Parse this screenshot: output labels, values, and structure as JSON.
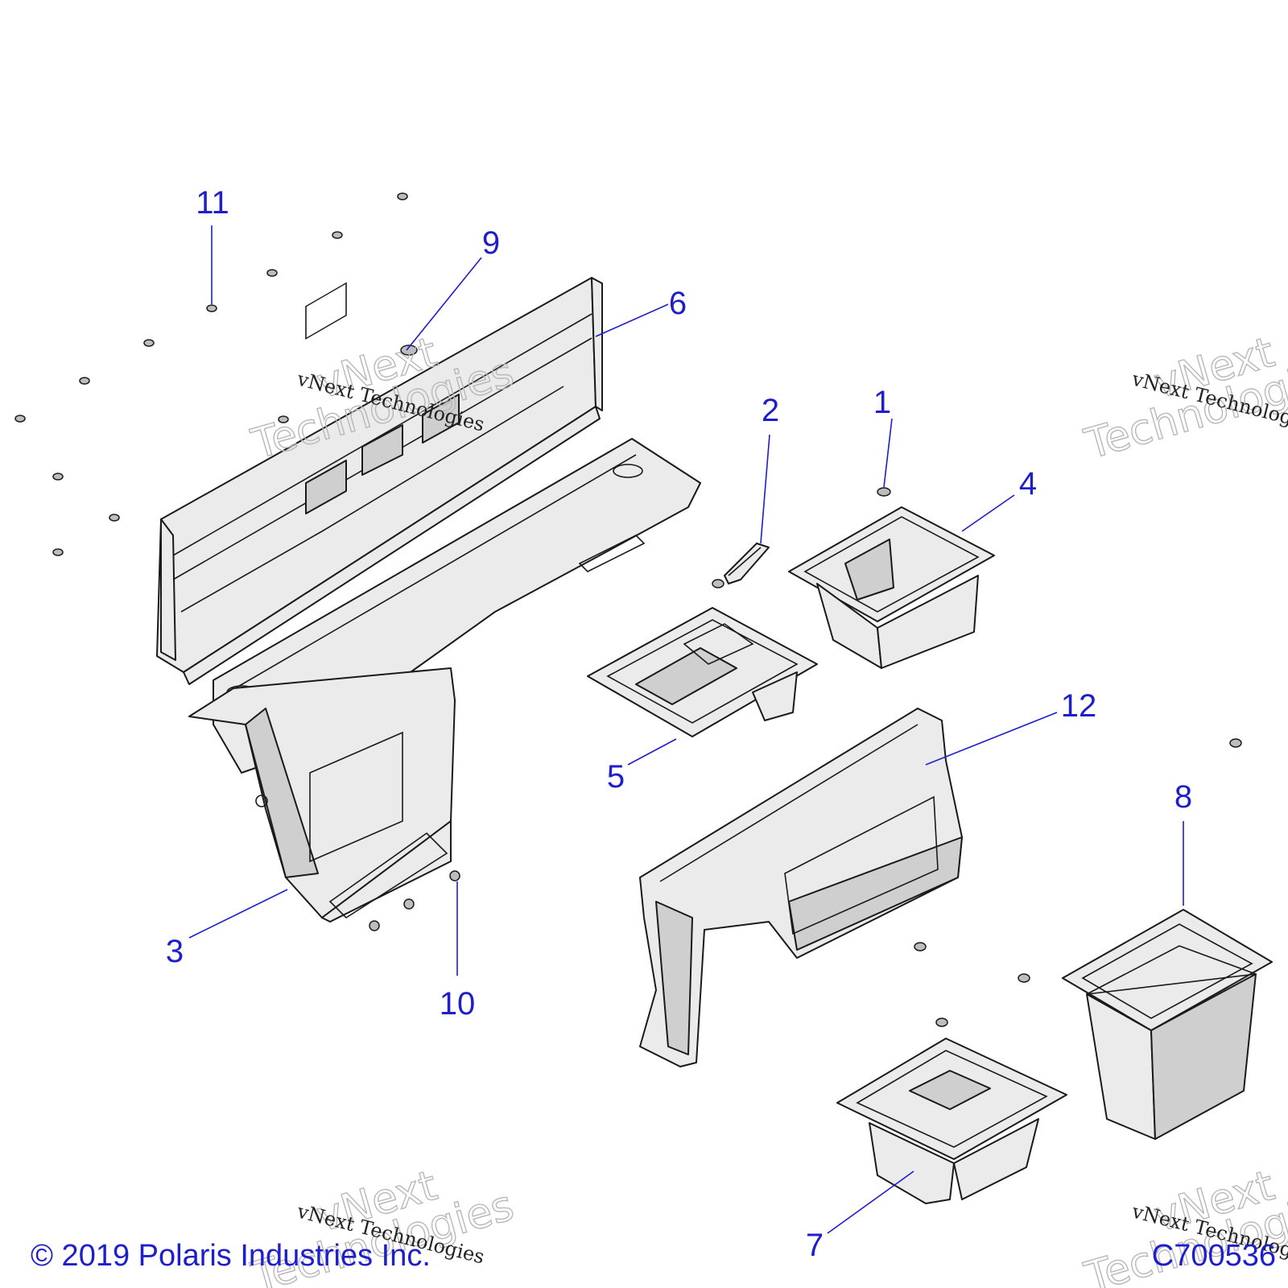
{
  "callouts": {
    "c1": "1",
    "c2": "2",
    "c3": "3",
    "c4": "4",
    "c5": "5",
    "c6": "6",
    "c7": "7",
    "c8": "8",
    "c9": "9",
    "c10": "10",
    "c11": "11",
    "c12": "12"
  },
  "watermark": {
    "line": "vNext Technologies",
    "big_top": "vNext",
    "big_bottom": "Technologies"
  },
  "footer": {
    "copyright": "© 2019 Polaris Industries Inc.",
    "diagram_code": "C700536"
  },
  "colors": {
    "callout": "#1e1ecc",
    "part_fill": "#ebebeb",
    "outline": "#1a1a1a"
  }
}
